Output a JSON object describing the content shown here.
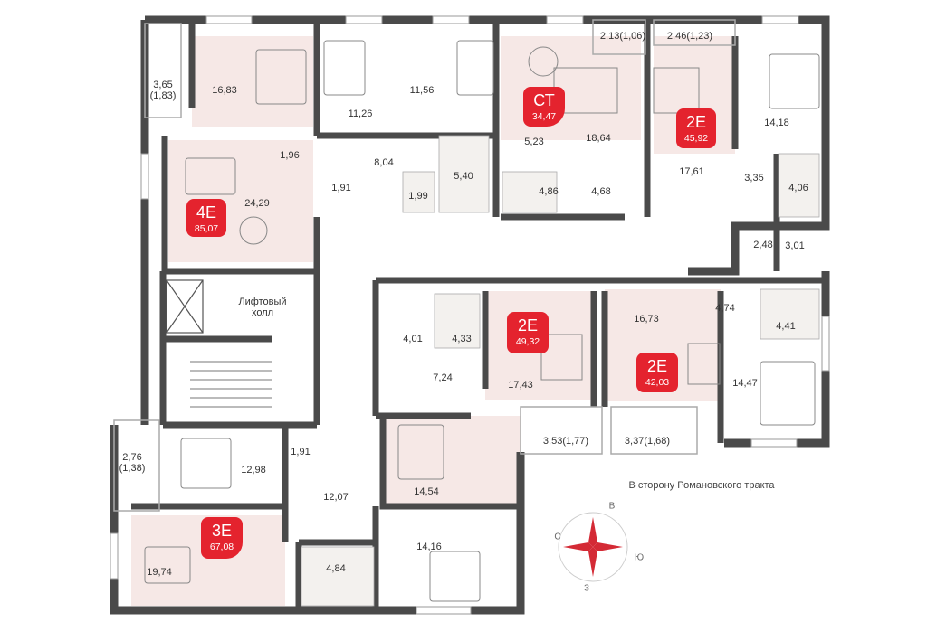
{
  "colors": {
    "wall": "#4a4a4a",
    "room_tint": "#f6e8e6",
    "badge": "#e4232e",
    "compass": "#d42a35"
  },
  "units": [
    {
      "type": "4Е",
      "area": "85,07"
    },
    {
      "type": "СТ",
      "area": "34,47"
    },
    {
      "type": "2Е",
      "area": "45,92"
    },
    {
      "type": "2Е",
      "area": "49,32"
    },
    {
      "type": "2Е",
      "area": "42,03"
    },
    {
      "type": "3Е",
      "area": "67,08"
    }
  ],
  "room_areas": {
    "r1": "3,65\n(1,83)",
    "r2": "16,83",
    "r3": "11,26",
    "r4": "11,56",
    "r5": "2,13(1,06)",
    "r6": "2,46(1,23)",
    "r7": "5,23",
    "r8": "18,64",
    "r9": "14,18",
    "r10": "1,96",
    "r11": "8,04",
    "r12": "5,40",
    "r13": "24,29",
    "r14": "1,91",
    "r15": "1,99",
    "r16": "4,86",
    "r17": "4,68",
    "r18": "17,61",
    "r19": "3,35",
    "r20": "4,06",
    "r21": "2,48",
    "r22": "3,01",
    "r23": "4,01",
    "r24": "4,33",
    "r25": "16,73",
    "r26": "4,74",
    "r27": "4,41",
    "r28": "7,24",
    "r29": "17,43",
    "r30": "14,47",
    "r31": "3,53(1,77)",
    "r32": "3,37(1,68)",
    "r33": "2,76\n(1,38)",
    "r34": "1,91",
    "r35": "12,98",
    "r36": "12,07",
    "r37": "14,54",
    "r38": "19,74",
    "r39": "4,84",
    "r40": "14,16"
  },
  "lift_hall": "Лифтовый\nхолл",
  "direction_caption": "В сторону Романовского тракта",
  "compass": {
    "north": "В",
    "east": "Ю",
    "south": "З",
    "west": "С"
  }
}
